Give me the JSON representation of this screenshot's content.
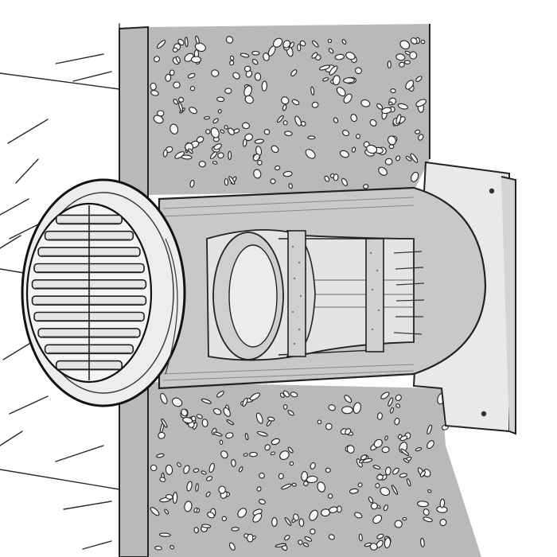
{
  "illustration": {
    "subject": "wall-ventilator-cutaway",
    "colors": {
      "ink": "#1e1e1e",
      "wall_gray": "#b9b9b9",
      "wall_gray_dark": "#a4a4a4",
      "duct_gray": "#c3c3c3",
      "duct_light": "#e6e6e6",
      "paper": "#ffffff"
    },
    "louver_slat_count": 10,
    "components": [
      {
        "name": "tiled-wall",
        "visible": true
      },
      {
        "name": "insulation-fill",
        "visible": true
      },
      {
        "name": "round-louvered-grille",
        "visible": true
      },
      {
        "name": "telescopic-duct",
        "visible": true
      },
      {
        "name": "filter-rings",
        "visible": true
      },
      {
        "name": "outer-wall-plate",
        "visible": true
      }
    ]
  }
}
